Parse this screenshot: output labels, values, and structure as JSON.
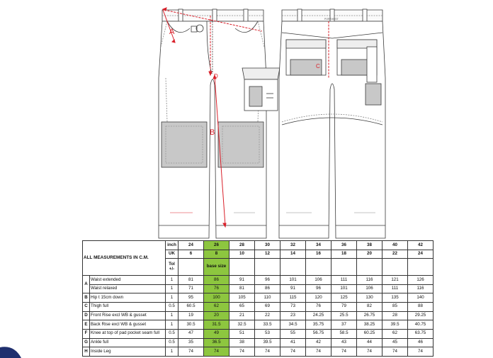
{
  "brand_label": "PORTWEST",
  "dimension_labels": {
    "a": "A",
    "b": "B",
    "c": "C",
    "d": "D"
  },
  "table": {
    "title": "ALL MEASUREMENTS IN C.M.",
    "row_labels": {
      "inch": "inch",
      "uk": "UK",
      "tol": "Tol +/-"
    },
    "inch_sizes": [
      "24",
      "26",
      "28",
      "30",
      "32",
      "34",
      "36",
      "38",
      "40",
      "42"
    ],
    "uk_sizes": [
      "6",
      "8",
      "10",
      "12",
      "14",
      "16",
      "18",
      "20",
      "22",
      "24"
    ],
    "base_size_label": "base size",
    "rows": [
      {
        "letter": "A",
        "desc": "Waist extended",
        "tol": "1",
        "values": [
          "81",
          "86",
          "91",
          "96",
          "101",
          "106",
          "111",
          "116",
          "121",
          "126"
        ]
      },
      {
        "letter": "",
        "desc": "Waist relaxed",
        "tol": "1",
        "values": [
          "71",
          "76",
          "81",
          "86",
          "91",
          "96",
          "101",
          "106",
          "111",
          "116"
        ]
      },
      {
        "letter": "B",
        "desc": "Hip t 15cm down",
        "tol": "1",
        "values": [
          "95",
          "100",
          "105",
          "110",
          "115",
          "120",
          "125",
          "130",
          "135",
          "140"
        ]
      },
      {
        "letter": "C",
        "desc": "Thigh full",
        "tol": "0.5",
        "values": [
          "60.5",
          "62",
          "65",
          "69",
          "73",
          "76",
          "79",
          "82",
          "85",
          "88"
        ]
      },
      {
        "letter": "D",
        "desc": "Front Rise excl WB & gusset",
        "tol": "1",
        "values": [
          "19",
          "20",
          "21",
          "22",
          "23",
          "24.25",
          "25.5",
          "26.75",
          "28",
          "29.25"
        ]
      },
      {
        "letter": "E",
        "desc": "Back Rise excl WB & gusset",
        "tol": "1",
        "values": [
          "30.5",
          "31.5",
          "32.5",
          "33.5",
          "34.5",
          "35.75",
          "37",
          "38.25",
          "39.5",
          "40.75"
        ]
      },
      {
        "letter": "F",
        "desc": "Knee at top of pad pocket seam full",
        "tol": "0.5",
        "values": [
          "47",
          "49",
          "51",
          "53",
          "55",
          "56.75",
          "58.5",
          "60.25",
          "62",
          "63.75"
        ]
      },
      {
        "letter": "G",
        "desc": "Ankle full",
        "tol": "0.5",
        "values": [
          "35",
          "36.5",
          "38",
          "39.5",
          "41",
          "42",
          "43",
          "44",
          "45",
          "46"
        ]
      },
      {
        "letter": "H",
        "desc": "Inside Leg",
        "tol": "1",
        "values": [
          "74",
          "74",
          "74",
          "74",
          "74",
          "74",
          "74",
          "74",
          "74",
          "74"
        ]
      }
    ]
  },
  "colors": {
    "base_highlight": "#8dc63f",
    "measure_red": "#d9202a",
    "knee_pad_grey": "#c8c8c8"
  }
}
